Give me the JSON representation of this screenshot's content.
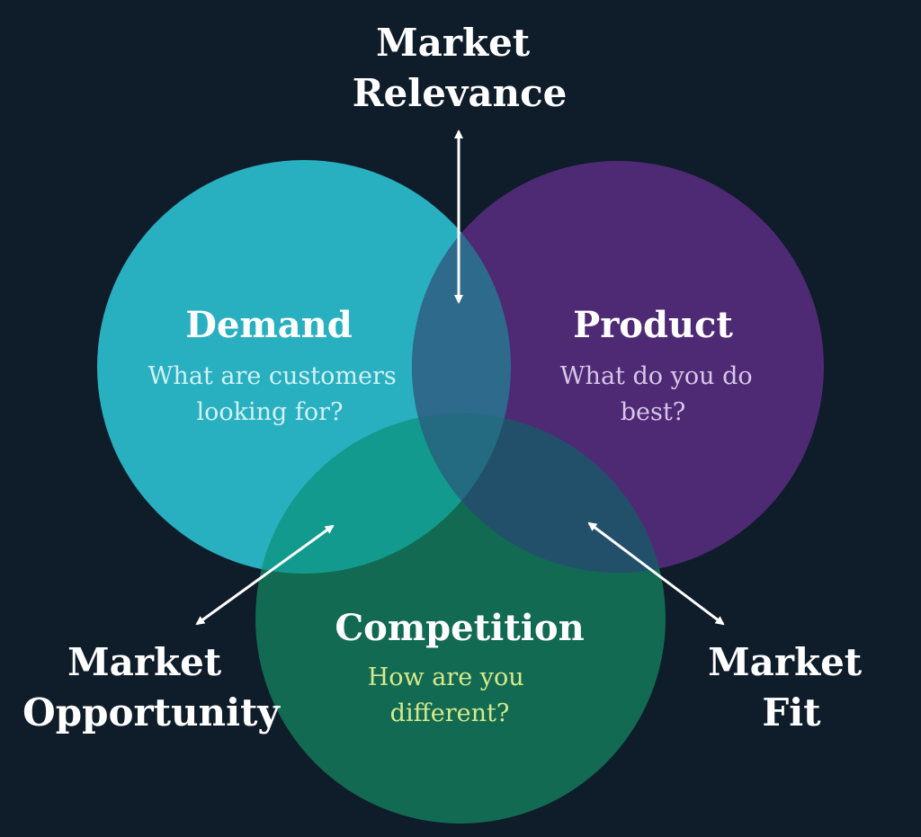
{
  "labels": {
    "market_relevance": [
      "Market",
      "Relevance"
    ],
    "market_opportunity": [
      "Market",
      "Opportunity"
    ],
    "market_fit": [
      "Market",
      "Fit"
    ]
  },
  "circles": {
    "demand": {
      "title": "Demand",
      "subtitle": [
        "What are customers",
        "looking for?"
      ],
      "color": "#29b0c0",
      "subtitle_color": "#d2f1f5"
    },
    "product": {
      "title": "Product",
      "subtitle": [
        "What do you do",
        "best?"
      ],
      "color": "#4f2a74",
      "subtitle_color": "#d8c6ea"
    },
    "competition": {
      "title": "Competition",
      "subtitle": [
        "How are you",
        "different?"
      ],
      "color": "#126a52",
      "subtitle_color": "#d6ea8c"
    }
  },
  "colors": {
    "background": "#0f1c2a",
    "demand_product": "#2e6a8c",
    "demand_competition": "#139a8e",
    "product_competition": "#22506a",
    "all_three": "#246a80"
  }
}
